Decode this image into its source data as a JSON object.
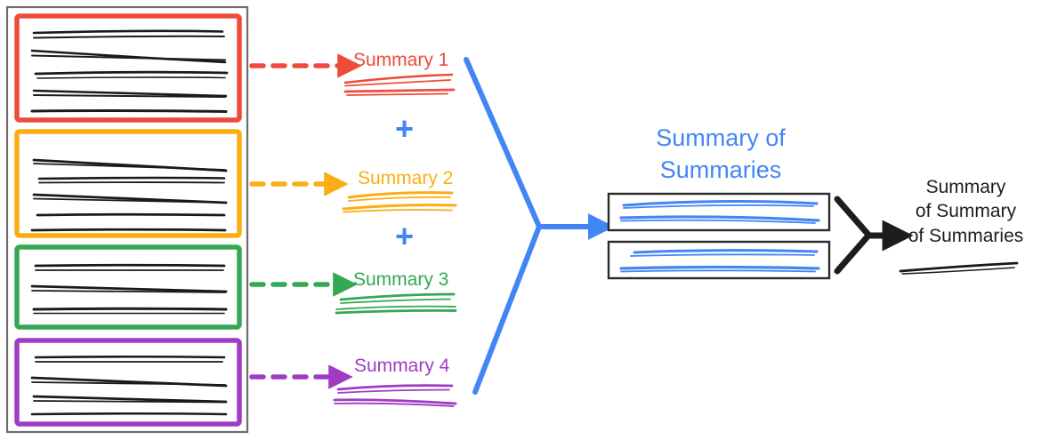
{
  "diagram": {
    "title_semantic": "hierarchical-summarization-pipeline",
    "colors": {
      "red": "#EE4B3B",
      "orange": "#F9AE16",
      "green": "#34A853",
      "purple": "#A13BC4",
      "blue": "#4285F4",
      "black": "#1d1d1d",
      "gray_container": "#6e6e6e"
    },
    "source_container": {
      "name": "source-documents-container",
      "border_color": "#6e6e6e"
    },
    "source_groups": [
      {
        "id": "group-1",
        "color": "#EE4B3B",
        "line_count": 5
      },
      {
        "id": "group-2",
        "color": "#F9AE16",
        "line_count": 5
      },
      {
        "id": "group-3",
        "color": "#34A853",
        "line_count": 4
      },
      {
        "id": "group-4",
        "color": "#A13BC4",
        "line_count": 4
      }
    ],
    "summaries": [
      {
        "label": "Summary 1",
        "color": "#EE4B3B",
        "line_count": 3
      },
      {
        "label": "Summary 2",
        "color": "#F9AE16",
        "line_count": 3
      },
      {
        "label": "Summary 3",
        "color": "#34A853",
        "line_count": 3
      },
      {
        "label": "Summary 4",
        "color": "#A13BC4",
        "line_count": 3
      }
    ],
    "plus_signs": [
      {
        "label": "+",
        "color": "#4285F4"
      },
      {
        "label": "+",
        "color": "#4285F4"
      },
      {
        "label": "+",
        "color": "#4285F4"
      }
    ],
    "summary_of_summaries": {
      "label_line_1": "Summary of",
      "label_line_2": "Summaries",
      "color": "#4285F4",
      "boxes": [
        {
          "id": "sos-box-1",
          "line_count": 3
        },
        {
          "id": "sos-box-2",
          "line_count": 3
        }
      ]
    },
    "final_output": {
      "label_line_1": "Summary",
      "label_line_2": "of Summary",
      "label_line_3": "of Summaries",
      "color": "#1d1d1d",
      "line_count": 1
    },
    "arrows": [
      {
        "name": "dashed-arrow-to-summary-1",
        "style": "dashed",
        "color": "#EE4B3B"
      },
      {
        "name": "dashed-arrow-to-summary-2",
        "style": "dashed",
        "color": "#F9AE16"
      },
      {
        "name": "dashed-arrow-to-summary-3",
        "style": "dashed",
        "color": "#34A853"
      },
      {
        "name": "dashed-arrow-to-summary-4",
        "style": "dashed",
        "color": "#A13BC4"
      },
      {
        "name": "funnel-arrow-to-summary-of-summaries",
        "style": "solid",
        "color": "#4285F4"
      },
      {
        "name": "merge-arrow-to-final-summary",
        "style": "solid",
        "color": "#1d1d1d"
      }
    ]
  }
}
